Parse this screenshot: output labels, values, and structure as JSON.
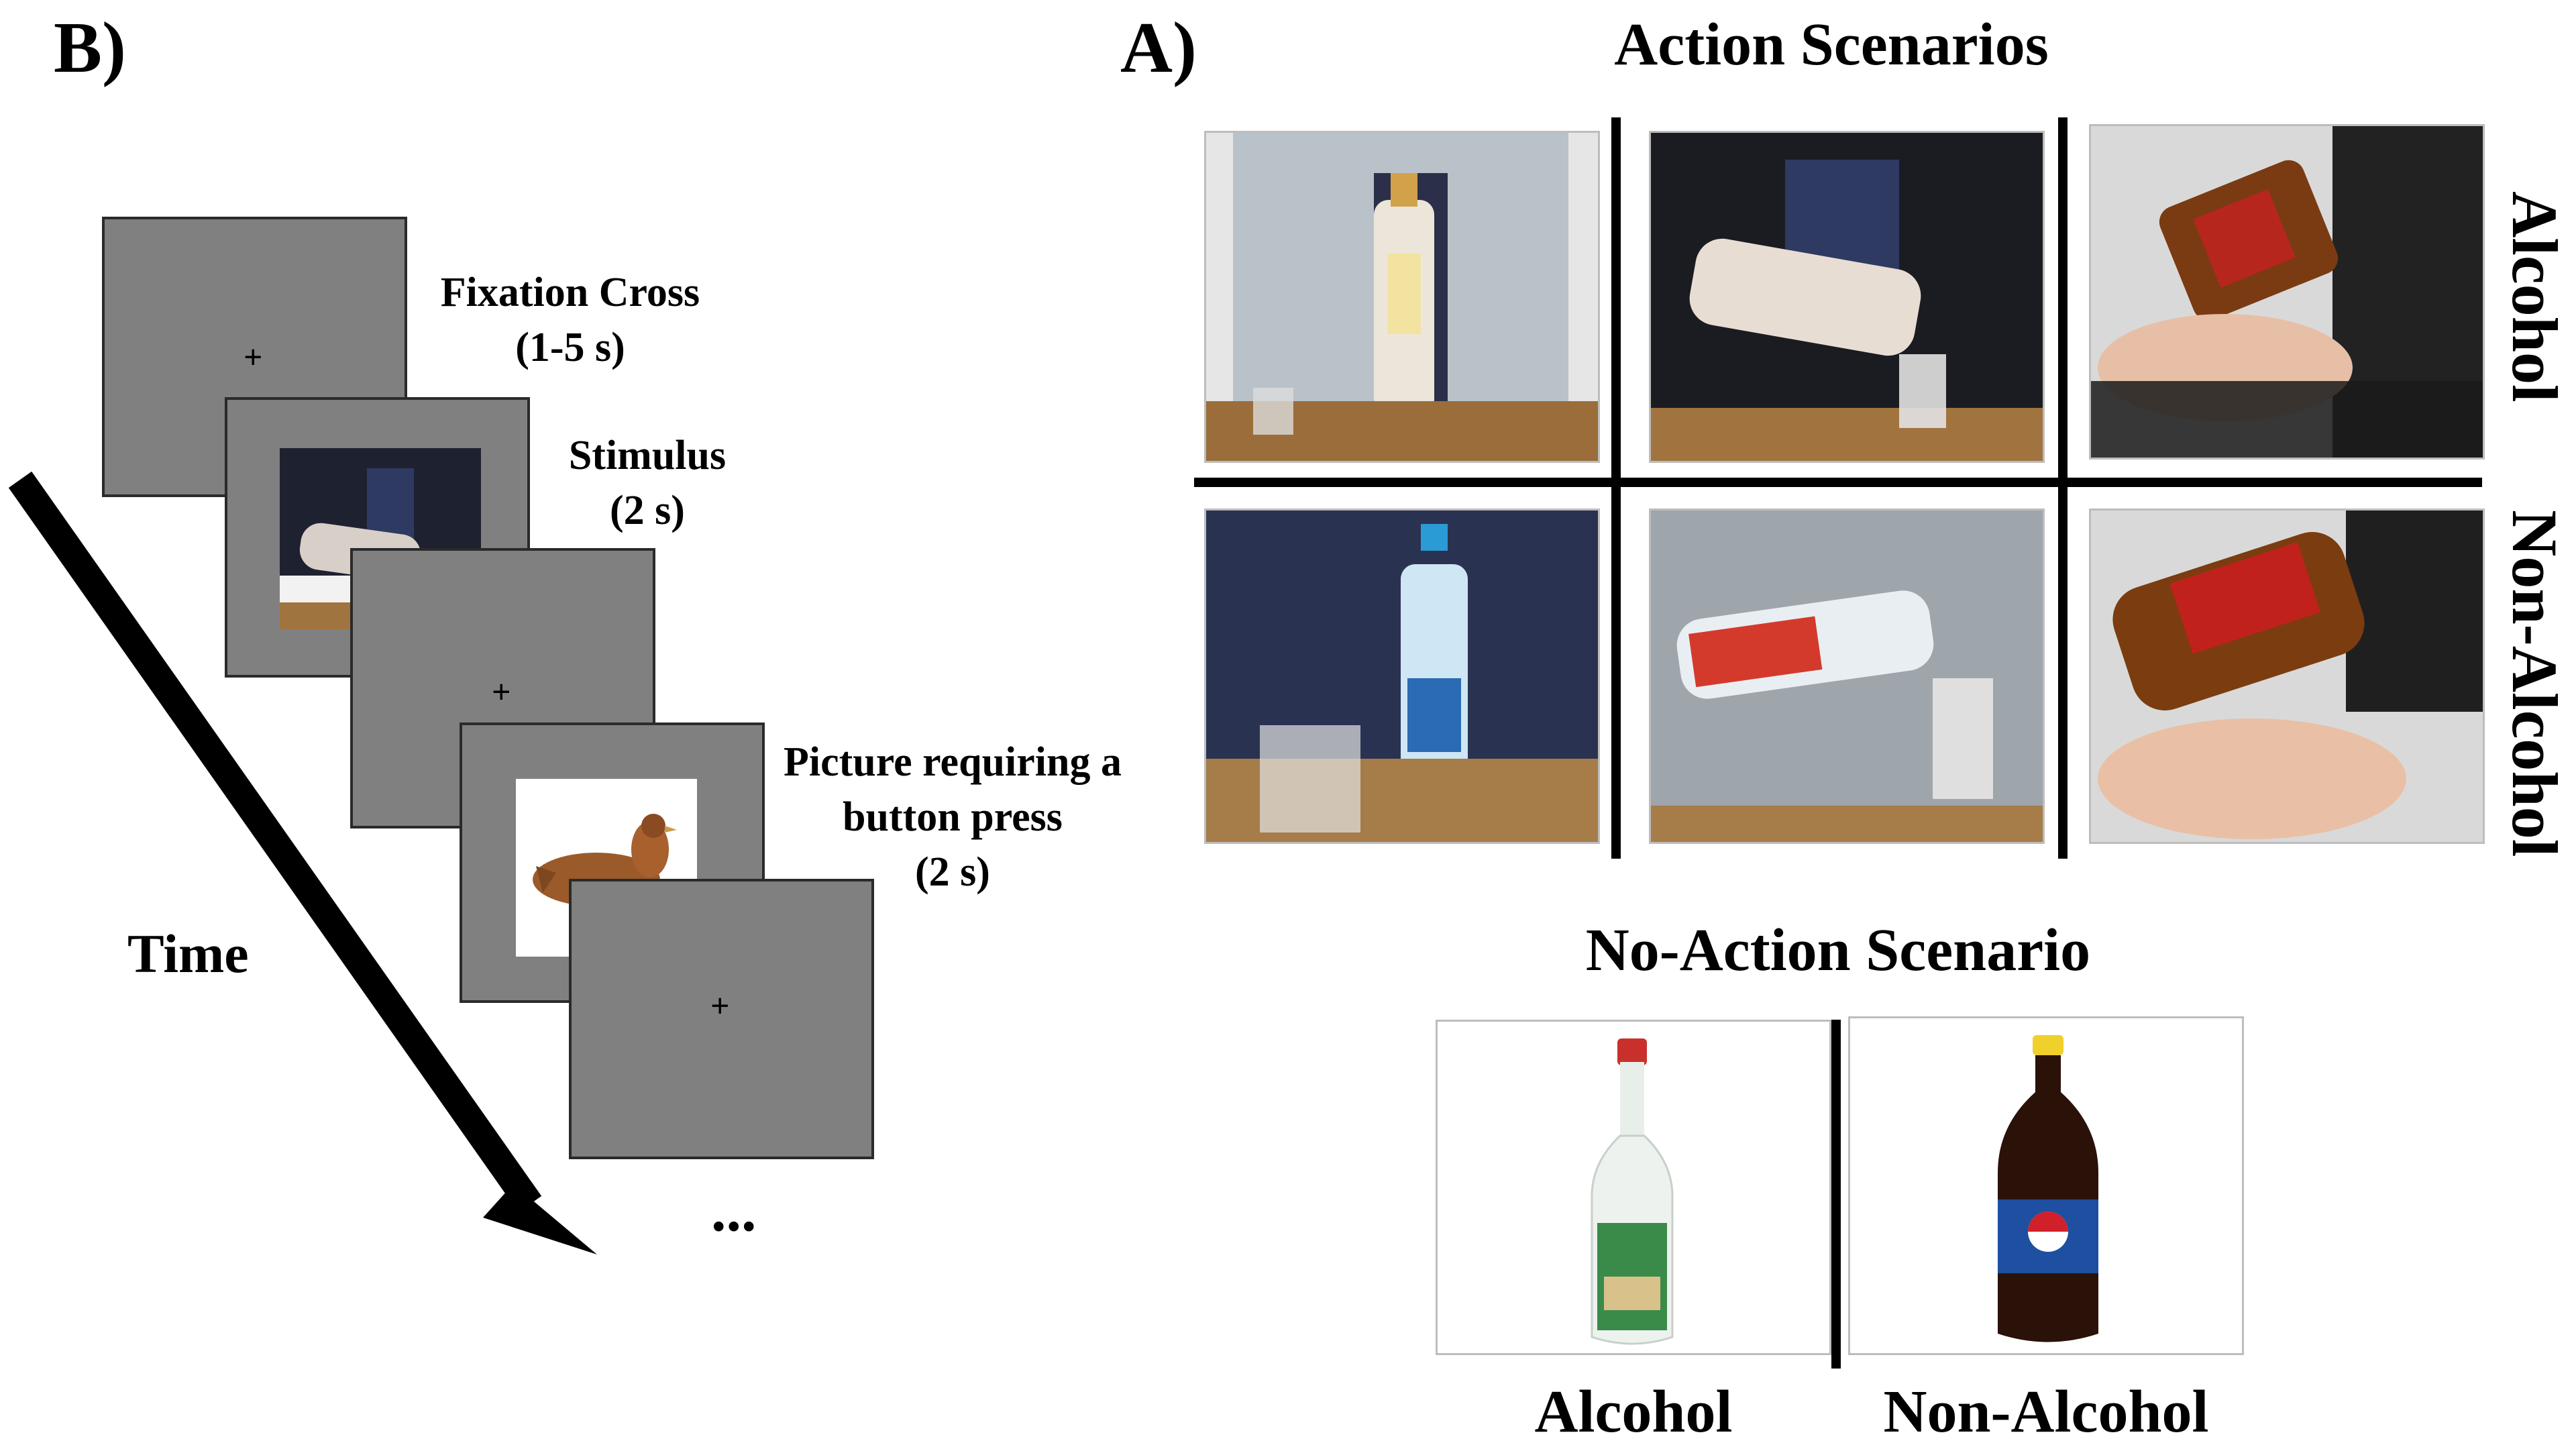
{
  "panel_b": {
    "label": "B)",
    "time_label": "Time",
    "ellipsis": "...",
    "fixation_cross_symbol": "+",
    "steps": [
      {
        "name": "Fixation Cross",
        "duration": "(1-5 s)"
      },
      {
        "name": "Stimulus",
        "duration": "(2 s)"
      },
      {
        "name_line1": "Picture requiring a",
        "name_line2": "button press",
        "duration": "(2 s)"
      }
    ],
    "screen_color": "#808080"
  },
  "panel_a": {
    "label": "A)",
    "action_title": "Action Scenarios",
    "no_action_title": "No-Action Scenario",
    "row_labels": [
      "Alcohol",
      "Non-Alcohol"
    ],
    "bottom_labels": [
      "Alcohol",
      "Non-Alcohol"
    ]
  }
}
